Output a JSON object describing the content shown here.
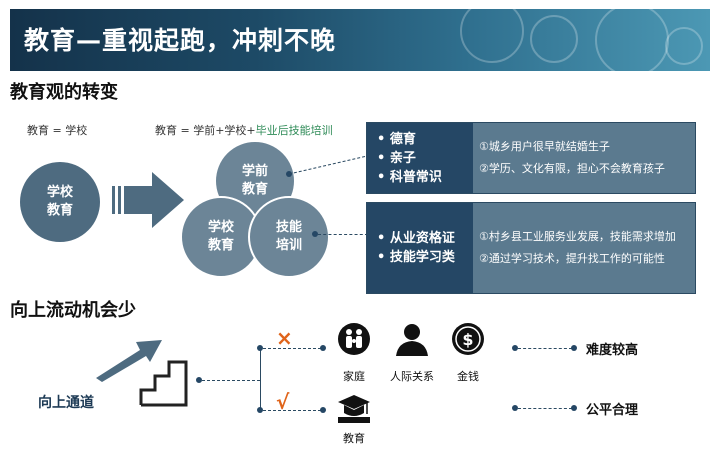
{
  "header": {
    "title": "教育—重视起跑，冲刺不晚"
  },
  "section1": {
    "title": "教育观的转变",
    "label_left": "教育 = 学校",
    "label_right_prefix": "教育 = 学前+学校+",
    "label_right_highlight": "毕业后技能培训",
    "circle_school": [
      "学校",
      "教育"
    ],
    "venn_preschool": [
      "学前",
      "教育"
    ],
    "venn_school": [
      "学校",
      "教育"
    ],
    "venn_skills": [
      "技能",
      "培训"
    ],
    "box1": {
      "items": [
        "德育",
        "亲子",
        "科普常识"
      ],
      "notes": [
        "①城乡用户很早就结婚生子",
        "②学历、文化有限，担心不会教育孩子"
      ]
    },
    "box2": {
      "items": [
        "从业资格证",
        "技能学习类"
      ],
      "notes": [
        "①村乡县工业服务业发展，技能需求增加",
        "②通过学习技术，提升找工作的可能性"
      ]
    }
  },
  "section2": {
    "title": "向上流动机会少",
    "channel_label": "向上通道",
    "cross_mark": "×",
    "check_mark": "√",
    "icons": [
      {
        "name": "family-icon",
        "label": "家庭"
      },
      {
        "name": "relationships-icon",
        "label": "人际关系"
      },
      {
        "name": "money-icon",
        "label": "金钱"
      },
      {
        "name": "education-icon",
        "label": "教育"
      }
    ],
    "outcome_difficulty": "难度较高",
    "outcome_fair": "公平合理"
  },
  "colors": {
    "dark_navy": "#254765",
    "slate": "#5b7a8f",
    "circle": "#4e6b80",
    "accent_orange": "#e0641a",
    "highlight_green": "#2e8b57"
  }
}
